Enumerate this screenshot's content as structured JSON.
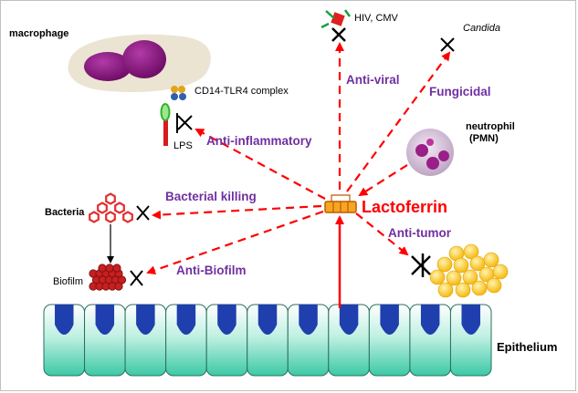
{
  "center": {
    "label": "Lactoferrin"
  },
  "functions": {
    "anti_viral": "Anti-viral",
    "fungicidal": "Fungicidal",
    "anti_inflammatory": "Anti-inflammatory",
    "bacterial_killing": "Bacterial killing",
    "anti_biofilm": "Anti-Biofilm",
    "anti_tumor": "Anti-tumor"
  },
  "targets": {
    "macrophage": "macrophage",
    "cd14_tlr4": "CD14-TLR4 complex",
    "lps": "LPS",
    "hiv_cmv": "HIV, CMV",
    "candida": "Candida",
    "neutrophil_line1": "neutrophil",
    "neutrophil_line2": "(PMN)",
    "bacteria": "Bacteria",
    "biofilm": "Biofilm",
    "epithelium": "Epithelium"
  },
  "colors": {
    "arrow": "#ff0000",
    "function_text": "#7030a0",
    "center_text": "#ff0000",
    "epithelium_cell": "#4fcfb0",
    "nucleus": "#1f3fae",
    "tumor_cell": "#ffc000",
    "bacteria": "#e03030"
  },
  "epithelium_cell_count": 11
}
